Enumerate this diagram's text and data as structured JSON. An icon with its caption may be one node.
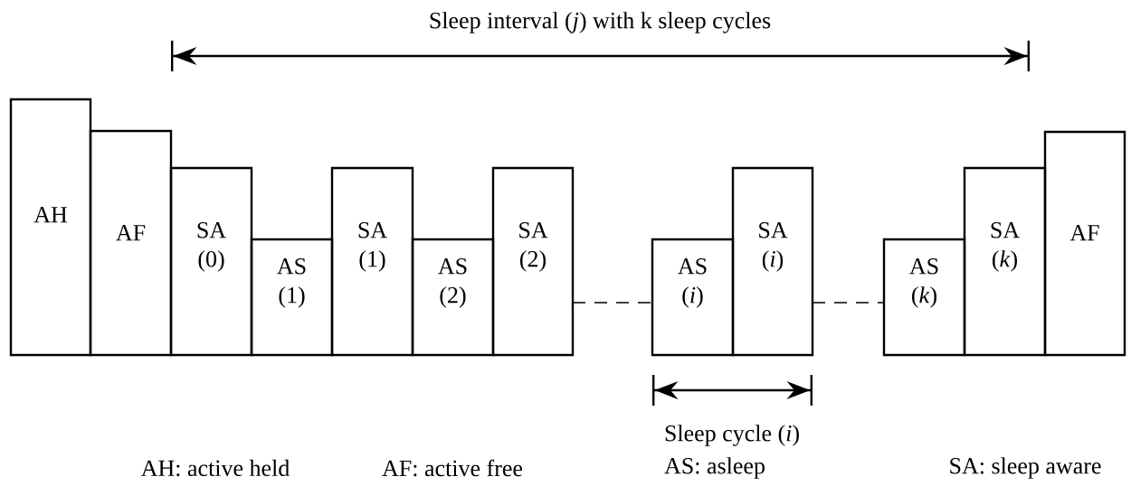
{
  "diagram": {
    "nodes": [
      {
        "text": [
          "AH"
        ]
      },
      {
        "text": [
          "AF"
        ]
      },
      {
        "text": [
          "SA (0)"
        ]
      },
      {
        "text": [
          "AS (1)"
        ]
      },
      {
        "text": [
          "SA (1)"
        ]
      },
      {
        "text": [
          "AS (2)"
        ]
      },
      {
        "text": [
          "SA (2)"
        ]
      },
      {
        "text": [
          "AS (*i*)"
        ]
      },
      {
        "text": [
          "SA (*i*)"
        ]
      },
      {
        "text": [
          "AS (*k*)"
        ]
      },
      {
        "text": [
          "SA (*k*)"
        ]
      },
      {
        "text": [
          "AF"
        ]
      }
    ],
    "edges": [
      {
        "from": 6,
        "to": 7,
        "arrow": "none",
        "style": "dashed"
      },
      {
        "from": 8,
        "to": 9,
        "arrow": "none",
        "style": "dashed"
      }
    ],
    "labels": [
      "Sleep interval (*j*) with k sleep cycles",
      "Sleep cycle (*i*)",
      "AH: active held",
      "AF: active free",
      "AS: asleep",
      "SA: sleep aware"
    ]
  }
}
